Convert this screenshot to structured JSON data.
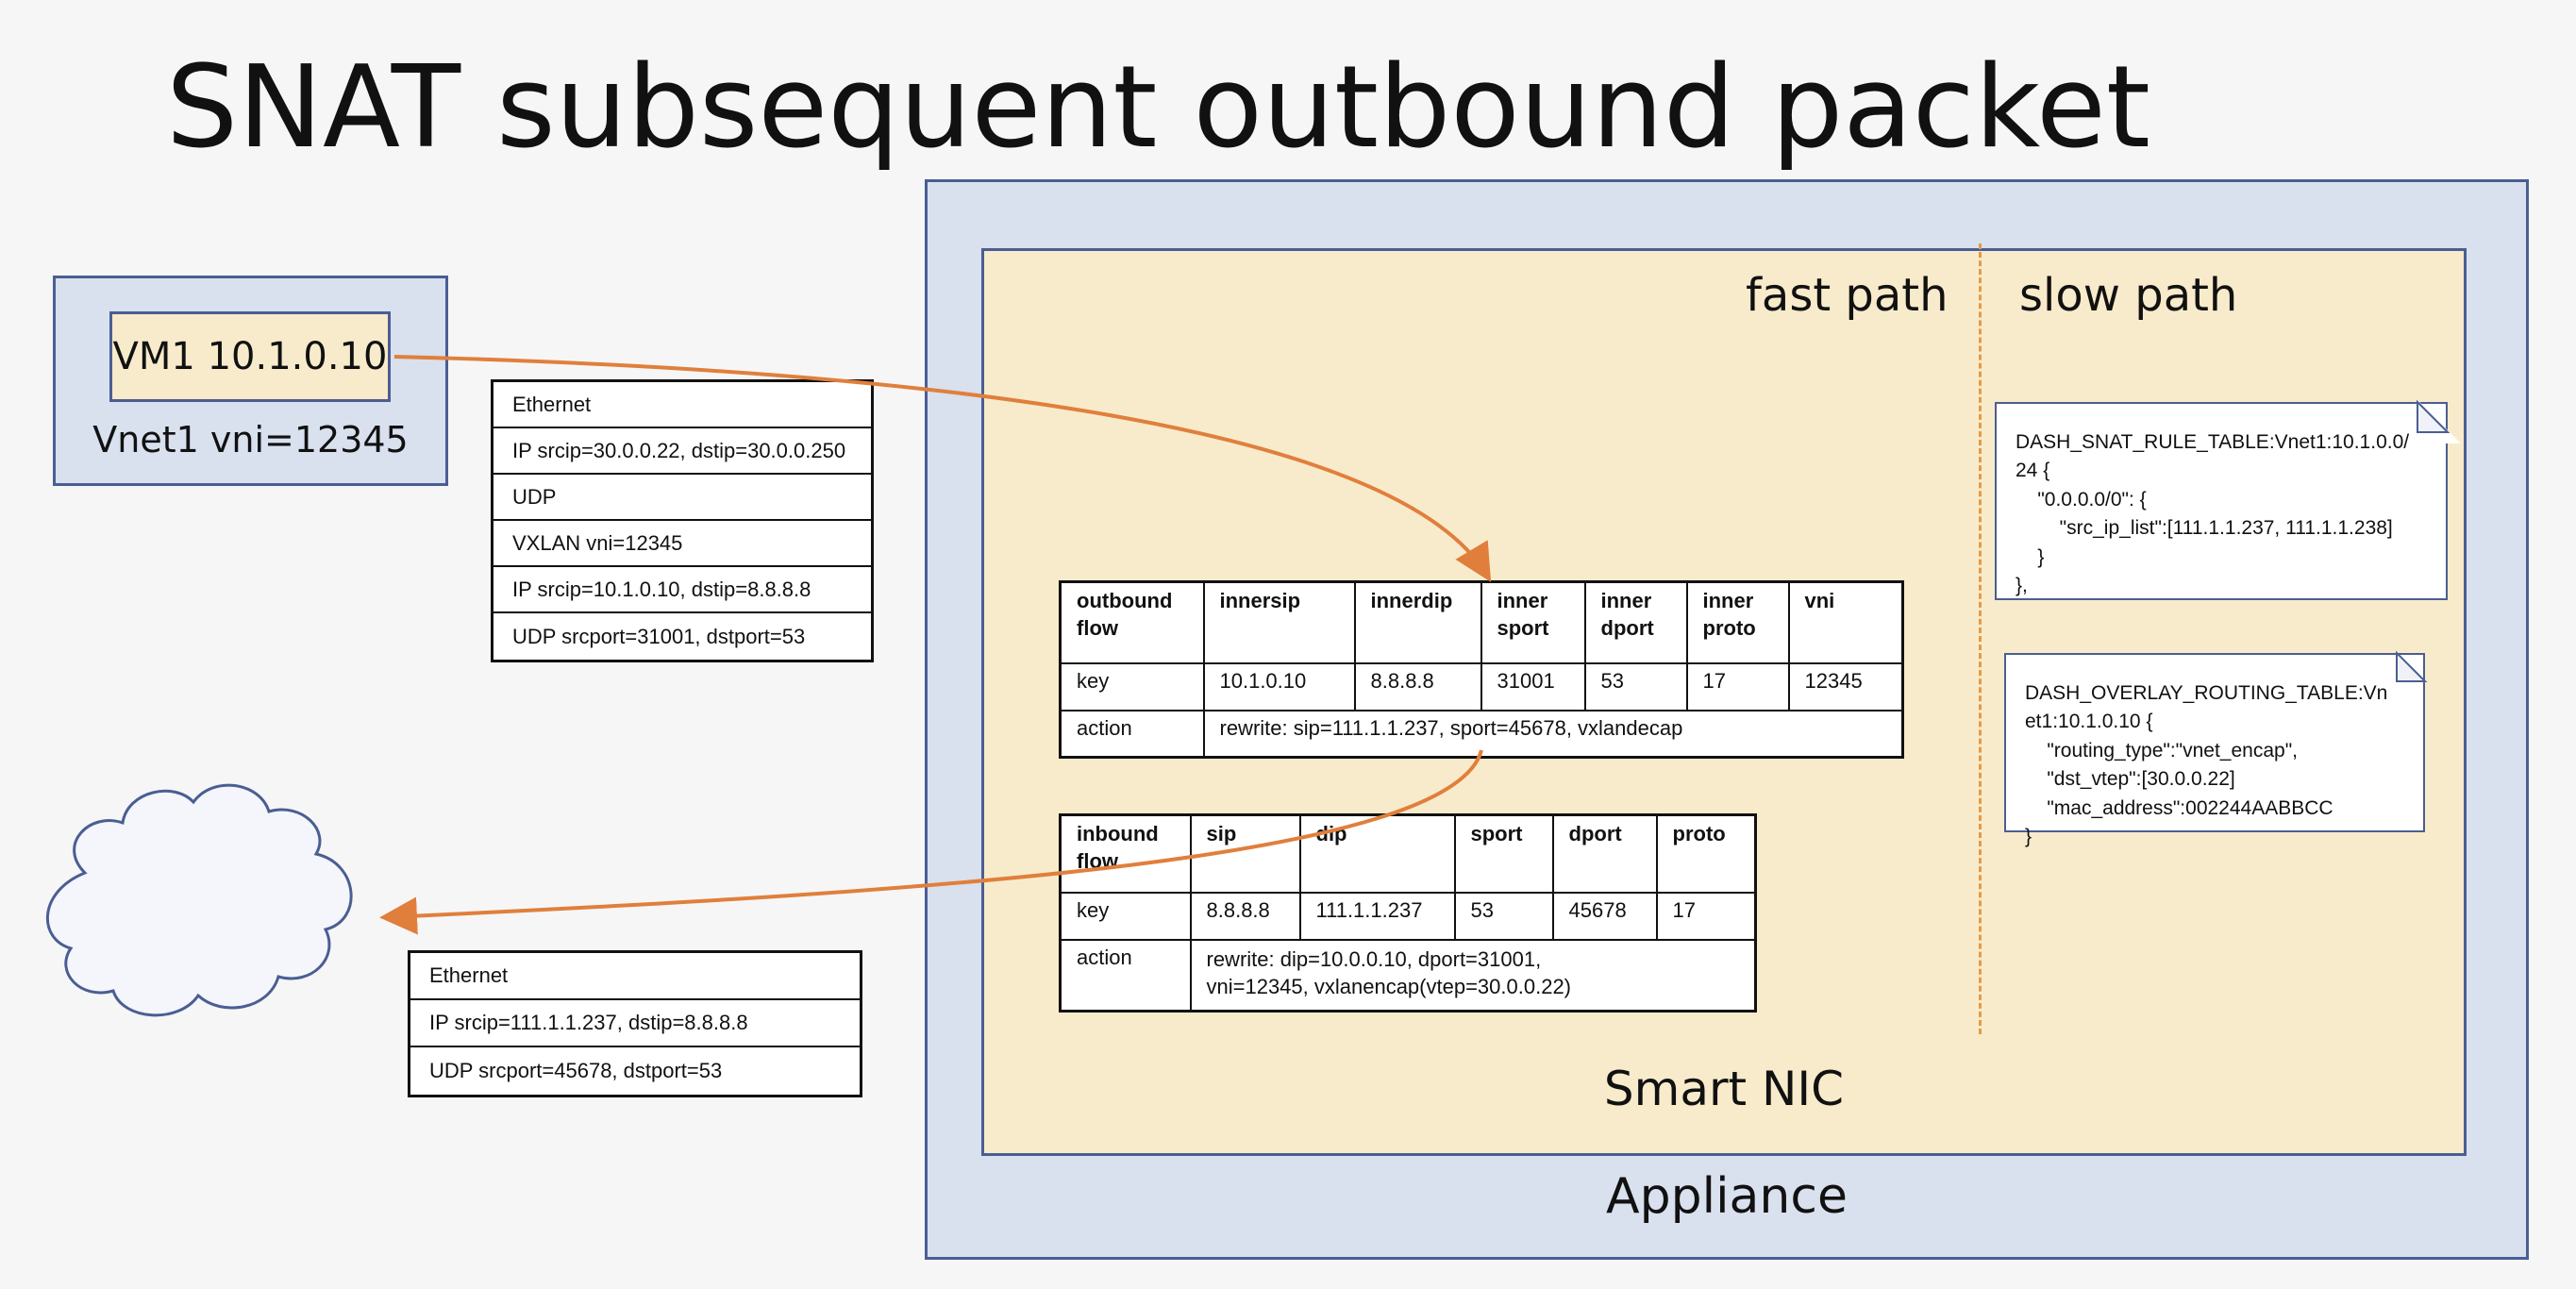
{
  "title": "SNAT subsequent outbound packet",
  "appliance": {
    "label": "Appliance"
  },
  "smart_nic": {
    "label": "Smart NIC",
    "fast_path": "fast path",
    "slow_path": "slow path"
  },
  "vnet": {
    "vm_label": "VM1 10.1.0.10",
    "vnet_label": "Vnet1 vni=12345"
  },
  "outer_headers": [
    "Ethernet",
    "IP srcip=30.0.0.22, dstip=30.0.0.250",
    "UDP",
    "VXLAN vni=12345",
    "IP srcip=10.1.0.10, dstip=8.8.8.8",
    "UDP srcport=31001, dstport=53"
  ],
  "outbound_flow": {
    "header": [
      "outbound flow",
      "innersip",
      "innerdip",
      "inner sport",
      "inner dport",
      "inner proto",
      "vni"
    ],
    "key_label": "key",
    "key": [
      "10.1.0.10",
      "8.8.8.8",
      "31001",
      "53",
      "17",
      "12345"
    ],
    "action_label": "action",
    "action": "rewrite: sip=111.1.1.237, sport=45678, vxlandecap"
  },
  "inbound_flow": {
    "header": [
      "inbound flow",
      "sip",
      "dip",
      "sport",
      "dport",
      "proto"
    ],
    "key_label": "key",
    "key": [
      "8.8.8.8",
      "111.1.1.237",
      "53",
      "45678",
      "17"
    ],
    "action_label": "action",
    "action_line1": "rewrite: dip=10.0.0.10, dport=31001,",
    "action_line2": "vni=12345, vxlanencap(vtep=30.0.0.22)"
  },
  "snat_rule_note": "DASH_SNAT_RULE_TABLE:Vnet1:10.1.0.0/\n24 {\n    \"0.0.0.0/0\": {\n        \"src_ip_list\":[111.1.1.237, 111.1.1.238]\n    }\n},",
  "overlay_routing_note": "DASH_OVERLAY_ROUTING_TABLE:Vn\net1:10.1.0.10 {\n    \"routing_type\":\"vnet_encap\",\n    \"dst_vtep\":[30.0.0.22]\n    \"mac_address\":002244AABBCC\n}",
  "internet": {
    "label": "Internet"
  },
  "internet_headers": [
    "Ethernet",
    "IP srcip=111.1.1.237, dstip=8.8.8.8",
    "UDP srcport=45678, dstport=53"
  ],
  "colors": {
    "arrow": "#e07f3c",
    "container_fill": "#d9e0ee",
    "container_border": "#4a5e93",
    "nic_fill": "#f8ebcb"
  }
}
